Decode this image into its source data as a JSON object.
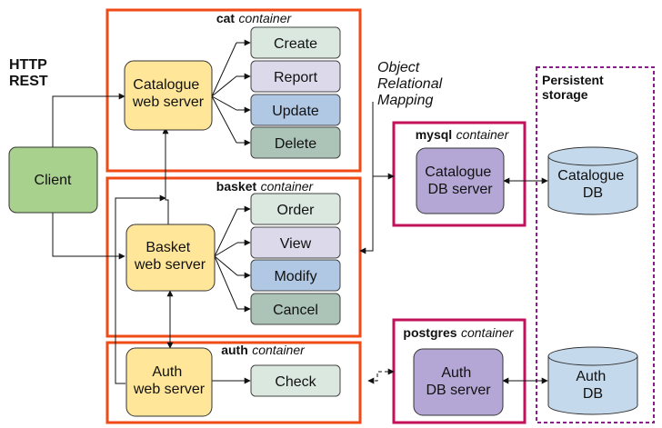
{
  "labels": {
    "http": "HTTP",
    "rest": "REST",
    "orm_lines": [
      "Object",
      "Relational",
      "Mapping"
    ],
    "persistent_lines": [
      "Persistent",
      "storage"
    ]
  },
  "colors": {
    "container_border": "#f04a17",
    "db_container_border": "#c3105a",
    "persistent_border": "#8b1a8b",
    "client_fill": "#a9d18e",
    "web_server_fill": "#ffe699",
    "db_server_fill": "#b4a7d6",
    "db_fill": "#c5d9ec",
    "op_fills": [
      "#dae8e0",
      "#dcdaea",
      "#b0c8e4",
      "#acc4b8"
    ]
  },
  "client": {
    "label": "Client"
  },
  "containers": {
    "cat": {
      "name": "cat",
      "suffix": "container",
      "server_lines": [
        "Catalogue",
        "web server"
      ],
      "ops": [
        "Create",
        "Report",
        "Update",
        "Delete"
      ]
    },
    "basket": {
      "name": "basket",
      "suffix": "container",
      "server_lines": [
        "Basket",
        "web server"
      ],
      "ops": [
        "Order",
        "View",
        "Modify",
        "Cancel"
      ]
    },
    "auth": {
      "name": "auth",
      "suffix": "container",
      "server_lines": [
        "Auth",
        "web server"
      ],
      "ops": [
        "Check"
      ]
    },
    "mysql": {
      "name": "mysql",
      "suffix": "container",
      "server_lines": [
        "Catalogue",
        "DB server"
      ]
    },
    "postgres": {
      "name": "postgres",
      "suffix": "container",
      "server_lines": [
        "Auth",
        "DB server"
      ]
    }
  },
  "databases": {
    "catalogue": {
      "lines": [
        "Catalogue",
        "DB"
      ]
    },
    "auth": {
      "lines": [
        "Auth",
        "DB"
      ]
    }
  }
}
